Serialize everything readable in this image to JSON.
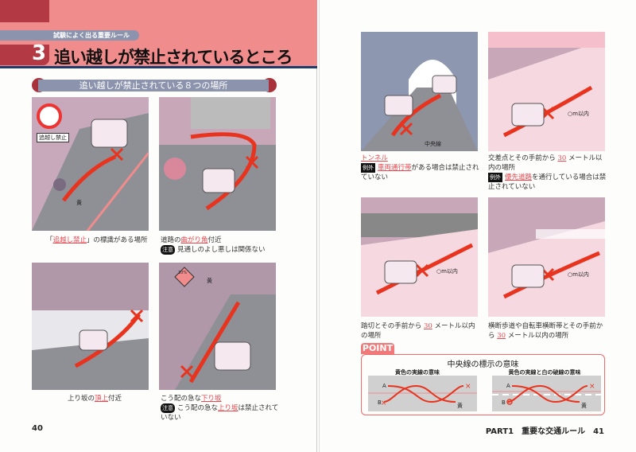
{
  "left_page": {
    "kicker": "試験によく出る重要ルール",
    "chapter_number": "3",
    "title": "追い越しが禁止されているところ",
    "subtitle": "追い越しが禁止されている８つの場所",
    "page_number": "40",
    "panels": [
      {
        "sign_label": "追越し禁止",
        "road_label": "黄",
        "caption_pre": "「",
        "caption_em": "追越し禁止",
        "caption_post": "」の標識がある場所"
      },
      {
        "caption_pre": "道路の",
        "caption_em": "曲がり角",
        "caption_post": "付近",
        "note_badge": "注意",
        "note": "見通しのよし悪しは関係ない"
      },
      {
        "caption_pre": "上り坂の",
        "caption_em": "頂上",
        "caption_post": "付近"
      },
      {
        "sign_label": "10%",
        "road_label": "黄",
        "caption_pre": "こう配の急な",
        "caption_em": "下り坂",
        "caption_post": "",
        "note_badge": "注意",
        "note_pre": "こう配の急な",
        "note_em": "上り坂",
        "note_post": "は禁止されていない"
      }
    ]
  },
  "right_page": {
    "page_footer": "PART1　重要な交通ルール　41",
    "panels": [
      {
        "road_label": "中央線",
        "caption_em": "トンネル",
        "note_badge": "例外",
        "note_em": "車両通行帯",
        "note_post": "がある場合は禁止されていない"
      },
      {
        "distance_label": "○m以内",
        "caption_pre": "交差点とその手前から ",
        "caption_em": "30",
        "caption_post": " メートル以内の場所",
        "note_badge": "例外",
        "note_em": "優先道路",
        "note_post": "を通行している場合は禁止されていない"
      },
      {
        "distance_label": "○m以内",
        "caption_pre": "踏切とその手前から ",
        "caption_em": "30",
        "caption_post": " メートル以内の場所"
      },
      {
        "distance_label": "○m以内",
        "caption_pre": "横断歩道や自転車横断帯とその手前から ",
        "caption_em": "30",
        "caption_post": " メートル以内の場所"
      }
    ],
    "point": {
      "tab": "POINT",
      "title": "中央線の標示の意味",
      "left_heading": "黄色の実線の意味",
      "right_heading": "黄色の実線と白の破線の意味",
      "label_a": "A",
      "label_b": "B",
      "label_yellow": "黄"
    }
  },
  "colors": {
    "accent_red": "#e8474f",
    "header_pink": "#f08c8c",
    "header_dark": "#b33a44",
    "navy": "#1d3c6e",
    "bar_gray": "#8c93ad"
  }
}
